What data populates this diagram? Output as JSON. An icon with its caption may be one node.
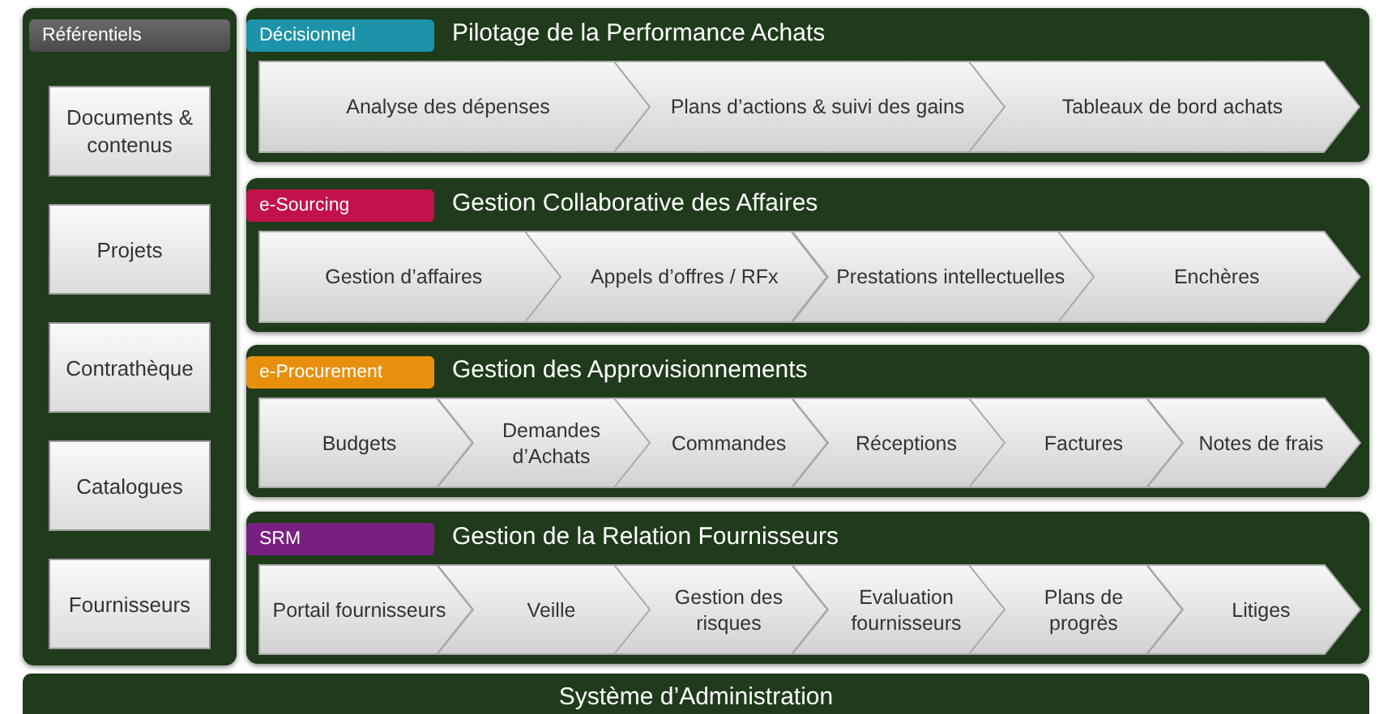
{
  "diagram": {
    "nodes": [
      {
        "text": [
          "Référentiels"
        ]
      },
      {
        "text": [
          "Documents & contenus"
        ],
        "in": 0
      },
      {
        "text": [
          "Projets"
        ],
        "in": 0
      },
      {
        "text": [
          "Contrathèque"
        ],
        "in": 0
      },
      {
        "text": [
          "Catalogues"
        ],
        "in": 0
      },
      {
        "text": [
          "Fournisseurs"
        ],
        "in": 0
      },
      {
        "text": [
          "Décisionnel",
          "Pilotage de la Performance Achats"
        ]
      },
      {
        "text": [
          "Analyse des dépenses"
        ],
        "in": 6
      },
      {
        "text": [
          "Plans d’actions & suivi des gains"
        ],
        "in": 6
      },
      {
        "text": [
          "Tableaux de bord achats"
        ],
        "in": 6
      },
      {
        "text": [
          "e-Sourcing",
          "Gestion Collaborative des Affaires"
        ]
      },
      {
        "text": [
          "Gestion d’affaires"
        ],
        "in": 10
      },
      {
        "text": [
          "Appels d’offres / RFx"
        ],
        "in": 10
      },
      {
        "text": [
          "Prestations intellectuelles"
        ],
        "in": 10
      },
      {
        "text": [
          "Enchères"
        ],
        "in": 10
      },
      {
        "text": [
          "e-Procurement",
          "Gestion des Approvisionnements"
        ]
      },
      {
        "text": [
          "Budgets"
        ],
        "in": 15
      },
      {
        "text": [
          "Demandes d’Achats"
        ],
        "in": 15
      },
      {
        "text": [
          "Commandes"
        ],
        "in": 15
      },
      {
        "text": [
          "Réceptions"
        ],
        "in": 15
      },
      {
        "text": [
          "Factures"
        ],
        "in": 15
      },
      {
        "text": [
          "Notes de frais"
        ],
        "in": 15
      },
      {
        "text": [
          "SRM",
          "Gestion de la Relation Fournisseurs"
        ]
      },
      {
        "text": [
          "Portail fournisseurs"
        ],
        "in": 22
      },
      {
        "text": [
          "Veille"
        ],
        "in": 22
      },
      {
        "text": [
          "Gestion des risques"
        ],
        "in": 22
      },
      {
        "text": [
          "Evaluation fournisseurs"
        ],
        "in": 22
      },
      {
        "text": [
          "Plans de progrès"
        ],
        "in": 22
      },
      {
        "text": [
          "Litiges"
        ],
        "in": 22
      },
      {
        "text": [
          "Système d’Administration"
        ]
      }
    ]
  }
}
